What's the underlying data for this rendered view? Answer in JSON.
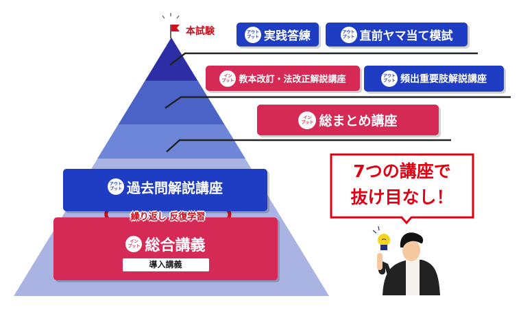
{
  "goal": {
    "label": "本試験"
  },
  "badges": {
    "output": [
      "アウト",
      "プット"
    ],
    "input": [
      "イン",
      "プット"
    ]
  },
  "courses": {
    "practice": "実践答練",
    "mock": "直前ヤマ当て模試",
    "revision": "教本改訂・法改正解説講座",
    "frequent": "頻出重要肢解説講座",
    "summary": "総まとめ講座",
    "past_exam": "過去問解説講座",
    "general": "総合講義",
    "intro": "導入講義"
  },
  "repeat_label": "繰り返し 反復学習",
  "callout": {
    "line1": "7つの講座で",
    "line2": "抜け目なし！"
  },
  "colors": {
    "blue": "#1f3dc2",
    "red": "#d42a55",
    "callout": "#e00012"
  }
}
